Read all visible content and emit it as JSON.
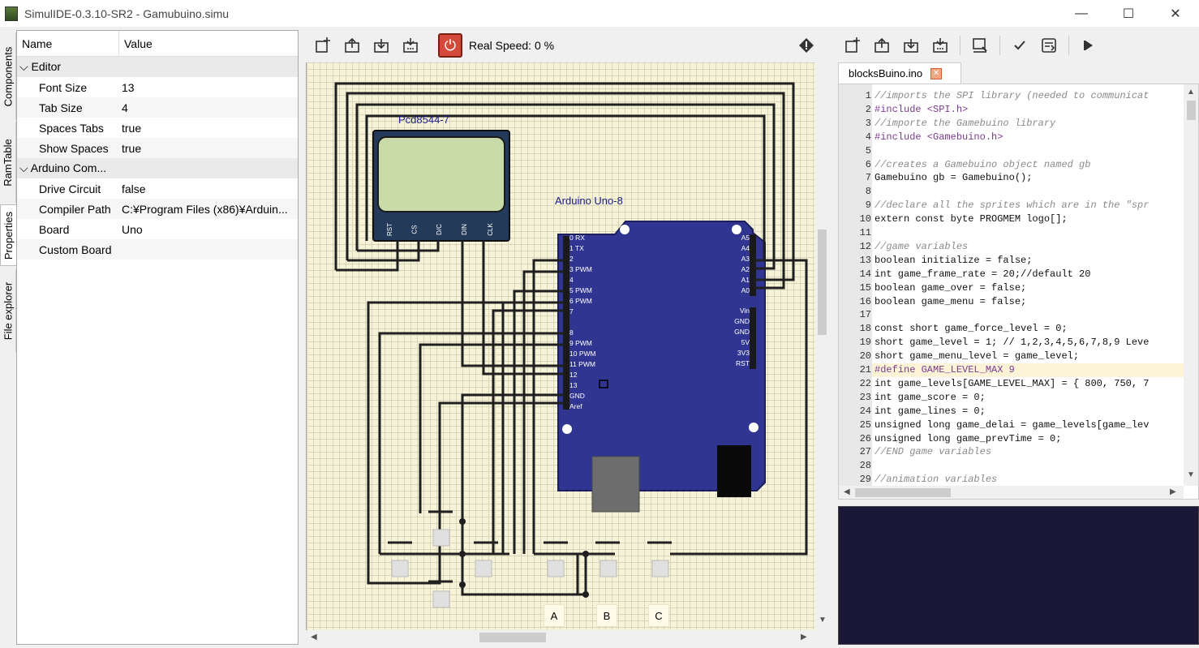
{
  "window": {
    "title": "SimulIDE-0.3.10-SR2  -  Gamubuino.simu",
    "minimize": "—",
    "maximize": "☐",
    "close": "✕"
  },
  "side_tabs": [
    "Components",
    "RamTable",
    "Properties",
    "File explorer"
  ],
  "properties": {
    "header_name": "Name",
    "header_value": "Value",
    "groups": [
      {
        "title": "Editor",
        "rows": [
          {
            "k": "Font Size",
            "v": "13"
          },
          {
            "k": "Tab Size",
            "v": "4"
          },
          {
            "k": "Spaces Tabs",
            "v": "true"
          },
          {
            "k": "Show Spaces",
            "v": "true"
          }
        ]
      },
      {
        "title": "Arduino Com...",
        "rows": [
          {
            "k": "Drive Circuit",
            "v": "false"
          },
          {
            "k": "Compiler Path",
            "v": "C:¥Program Files (x86)¥Arduin..."
          },
          {
            "k": "Board",
            "v": "Uno"
          },
          {
            "k": "Custom Board",
            "v": ""
          }
        ]
      }
    ]
  },
  "circuit_toolbar": {
    "speed_label": "Real Speed: 0 %"
  },
  "circuit": {
    "lcd_label": "Pcd8544-7",
    "board_label": "Arduino Uno-8",
    "lcd_pins": [
      "RST",
      "CS",
      "D/C",
      "DIN",
      "CLK"
    ],
    "digital_pins": [
      "0  RX",
      "1  TX",
      "2",
      "3  PWM",
      "4",
      "5  PWM",
      "6  PWM",
      "7",
      "8",
      "9  PWM",
      "10 PWM",
      "11 PWM",
      "12",
      "13",
      "GND",
      "Aref"
    ],
    "analog_pins": [
      "A5",
      "A4",
      "A3",
      "A2",
      "A1",
      "A0"
    ],
    "power_pins": [
      "Vin",
      "GND",
      "GND",
      "5V",
      "3V3",
      "RST"
    ],
    "button_labels": [
      "A",
      "B",
      "C"
    ]
  },
  "editor": {
    "tab_name": "blocksBuino.ino",
    "lines": [
      {
        "n": "1",
        "t": "//imports the SPI library (needed to communicat",
        "c": "cm"
      },
      {
        "n": "2",
        "t": "#include <SPI.h>",
        "c": "pp"
      },
      {
        "n": "3",
        "t": "//importe the Gamebuino library",
        "c": "cm"
      },
      {
        "n": "4",
        "t": "#include <Gamebuino.h>",
        "c": "pp"
      },
      {
        "n": "5",
        "t": "",
        "c": ""
      },
      {
        "n": "6",
        "t": "//creates a Gamebuino object named gb",
        "c": "cm"
      },
      {
        "n": "7",
        "t": "Gamebuino gb = Gamebuino();",
        "c": ""
      },
      {
        "n": "8",
        "t": "",
        "c": ""
      },
      {
        "n": "9",
        "t": "//declare all the sprites which are in the \"spr",
        "c": "cm"
      },
      {
        "n": "10",
        "t": "extern const byte PROGMEM logo[];",
        "c": ""
      },
      {
        "n": "11",
        "t": "",
        "c": ""
      },
      {
        "n": "12",
        "t": "//game variables",
        "c": "cm"
      },
      {
        "n": "13",
        "t": "boolean initialize = false;",
        "c": ""
      },
      {
        "n": "14",
        "t": "int game_frame_rate = 20;//default 20",
        "c": ""
      },
      {
        "n": "15",
        "t": "boolean game_over = false;",
        "c": ""
      },
      {
        "n": "16",
        "t": "boolean game_menu = false;",
        "c": ""
      },
      {
        "n": "17",
        "t": "",
        "c": ""
      },
      {
        "n": "18",
        "t": "const short game_force_level = 0;",
        "c": ""
      },
      {
        "n": "19",
        "t": "short game_level = 1; // 1,2,3,4,5,6,7,8,9 Leve",
        "c": ""
      },
      {
        "n": "20",
        "t": "short game_menu_level = game_level;",
        "c": ""
      },
      {
        "n": "21",
        "t": "#define GAME_LEVEL_MAX 9",
        "c": "pp"
      },
      {
        "n": "22",
        "t": "int game_levels[GAME_LEVEL_MAX] = { 800, 750, 7",
        "c": ""
      },
      {
        "n": "23",
        "t": "int game_score = 0;",
        "c": ""
      },
      {
        "n": "24",
        "t": "int game_lines = 0;",
        "c": ""
      },
      {
        "n": "25",
        "t": "unsigned long game_delai = game_levels[game_lev",
        "c": ""
      },
      {
        "n": "26",
        "t": "unsigned long game_prevTime = 0;",
        "c": ""
      },
      {
        "n": "27",
        "t": "//END game variables",
        "c": "cm"
      },
      {
        "n": "28",
        "t": "",
        "c": ""
      },
      {
        "n": "29",
        "t": "//animation variables",
        "c": "cm"
      }
    ],
    "highlighted_line": "21"
  }
}
